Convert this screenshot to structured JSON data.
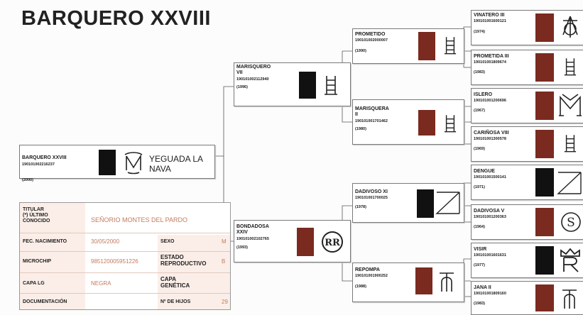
{
  "title": "BARQUERO XXVIII",
  "subject": {
    "name": "BARQUERO XXVIII",
    "reg": "190101002216237",
    "year": "(2000)",
    "color": "#111111",
    "farm": "YEGUADA LA\nNAVA"
  },
  "details": {
    "titular_label": "TITULAR\n(*) ÚLTIMO\nCONOCIDO",
    "titular_value": "SEÑORIO MONTES DEL PARDO",
    "birth_label": "FEC. NACIMIENTO",
    "birth_value": "30/05/2000",
    "sex_label": "SEXO",
    "sex_value": "M",
    "chip_label": "MICROCHIP",
    "chip_value": "985120005951226",
    "repro_label": "ESTADO\nREPRODUCTIVO",
    "repro_value": "B",
    "capa_label": "CAPA LG",
    "capa_value": "NEGRA",
    "capa_gen_label": "CAPA\nGENÉTICA",
    "capa_gen_value": "",
    "doc_label": "DOCUMENTACIÓN",
    "doc_value": "",
    "hijos_label": "Nº DE HIJOS",
    "hijos_value": "29"
  },
  "parents": [
    {
      "name": "MARISQUERO\nVII",
      "reg": "190101002112940",
      "year": "(1996)",
      "color": "#111111",
      "brand": "ladder-brand-icon"
    },
    {
      "name": "BONDADOSA\nXXIV",
      "reg": "190101002102765",
      "year": "(1993)",
      "color": "#7b2a20",
      "brand": "rr-circle-brand-icon"
    }
  ],
  "grandparents": [
    {
      "name": "PROMETIDO",
      "reg": "190101002000007",
      "year": "(1990)",
      "color": "#7b2a20",
      "brand": "ladder-brand-icon"
    },
    {
      "name": "MARISQUERA\nII",
      "reg": "190101001701462",
      "year": "(1980)",
      "color": "#7b2a20",
      "brand": "ladder-brand-icon"
    },
    {
      "name": "DADIVOSO XI",
      "reg": "190101001700025",
      "year": "(1978)",
      "color": "#111111",
      "brand": "z-box-brand-icon"
    },
    {
      "name": "REPOMPA",
      "reg": "190101001900252",
      "year": "(1988)",
      "color": "#7b2a20",
      "brand": "t-arch-brand-icon"
    }
  ],
  "great_grandparents": [
    {
      "name": "VINATERO III",
      "reg": "190101001600121",
      "year": "(1974)",
      "color": "#7b2a20",
      "brand": "anchor-brand-icon"
    },
    {
      "name": "PROMETIDA III",
      "reg": "190101001809674",
      "year": "(1983)",
      "color": "#7b2a20",
      "brand": "ladder-brand-icon"
    },
    {
      "name": "ISLERO",
      "reg": "190101001200696",
      "year": "(1967)",
      "color": "#7b2a20",
      "brand": "my-brand-icon"
    },
    {
      "name": "CARIÑOSA VIII",
      "reg": "190101001300578",
      "year": "(1969)",
      "color": "#7b2a20",
      "brand": "ladder-brand-icon"
    },
    {
      "name": "DENGUE",
      "reg": "190101001500141",
      "year": "(1971)",
      "color": "#111111",
      "brand": "z-box-brand-icon"
    },
    {
      "name": "DADIVOSA V",
      "reg": "190101001200363",
      "year": "(1964)",
      "color": "#7b2a20",
      "brand": "s-circle-brand-icon"
    },
    {
      "name": "VISIR",
      "reg": "190101001601631",
      "year": "(1977)",
      "color": "#111111",
      "brand": "crown-r-brand-icon"
    },
    {
      "name": "JANA II",
      "reg": "190101001809160",
      "year": "(1983)",
      "color": "#7b2a20",
      "brand": "t-arch-brand-icon"
    }
  ]
}
